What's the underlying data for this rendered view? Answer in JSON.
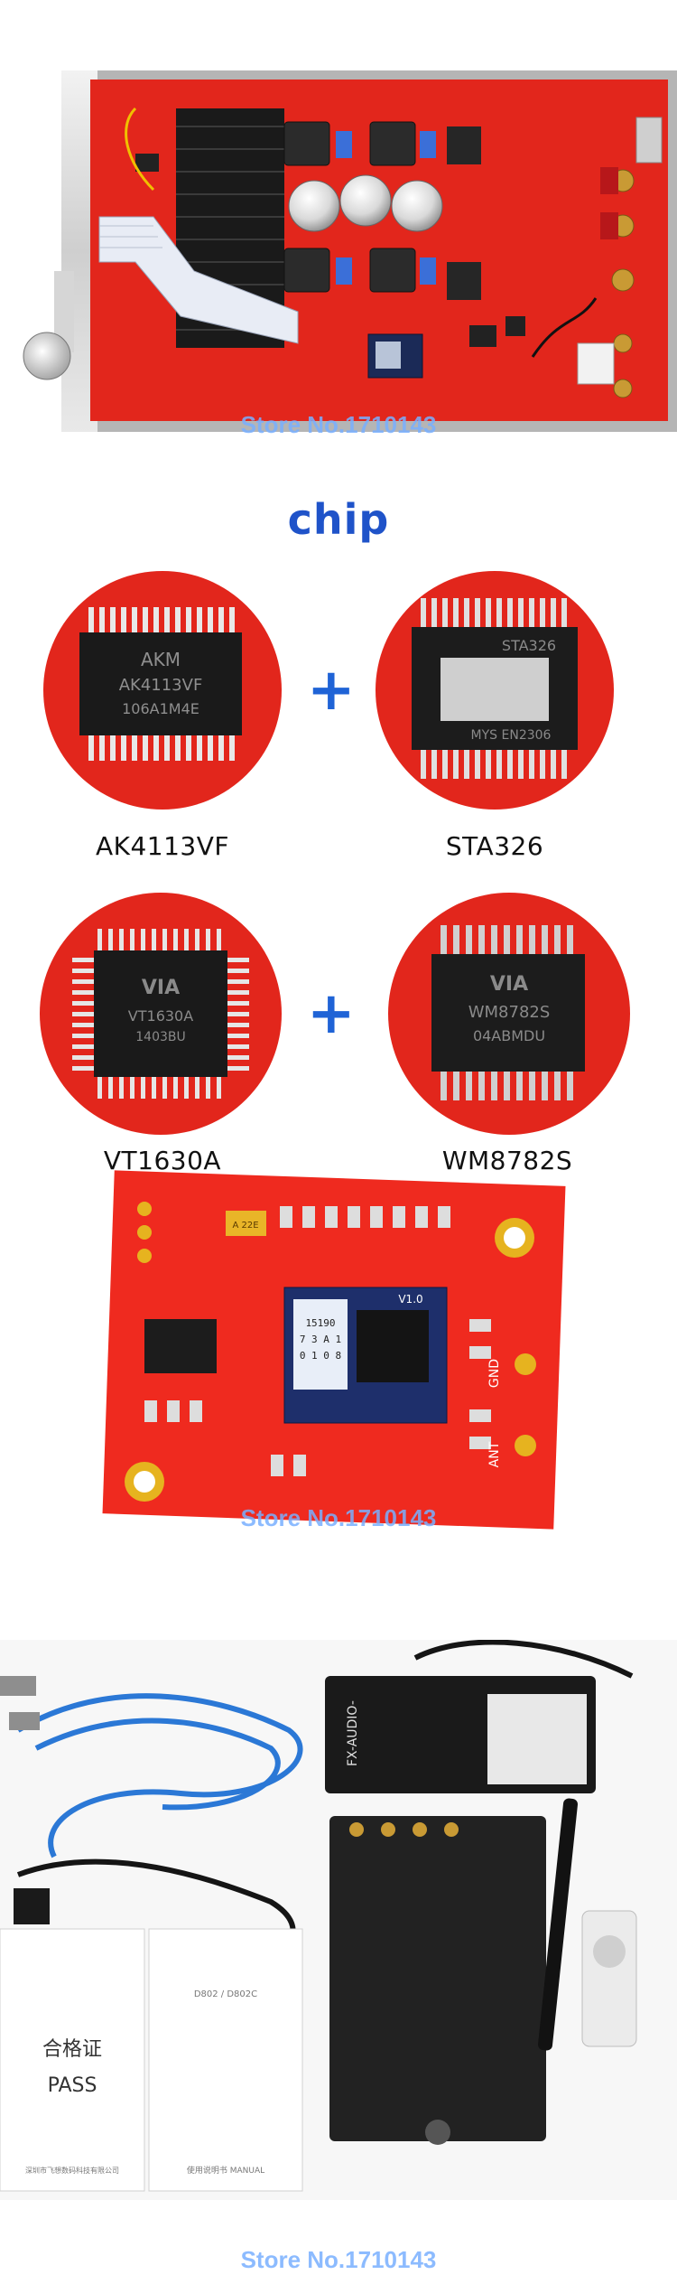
{
  "watermarks": {
    "pcb": "Store No.1710143",
    "bluetooth": "Store No.1710143",
    "footer": "Store No.1710143"
  },
  "chips": {
    "heading": "chip",
    "items": [
      {
        "name": "AK4113VF",
        "marking_1": "AKM",
        "marking_2": "AK4113VF",
        "marking_3": "106A1M4E"
      },
      {
        "name": "STA326",
        "marking_1": "STA326",
        "marking_2": "MYS EN2306",
        "marking_3": ""
      },
      {
        "name": "VT1630A",
        "marking_1": "VIA",
        "marking_2": "VT1630A",
        "marking_3": "1403BU"
      },
      {
        "name": "WM8782S",
        "marking_1": "VIA",
        "marking_2": "WM8782S",
        "marking_3": "04ABMDU"
      }
    ],
    "plus_symbol": "+"
  },
  "bluetooth_board": {
    "module_line_1": "15190",
    "module_line_2": "7 3 A 1",
    "module_line_3": "0 1 0 8",
    "module_tag": "V1.0",
    "label_gnd": "GND",
    "label_ant": "ANT",
    "cap_label": "A 22E"
  },
  "accessories": {
    "card_left_title": "合格证",
    "card_left_subtitle": "PASS",
    "card_left_footer": "深圳市飞想数码科技有限公司",
    "card_right_title": "D802 / D802C",
    "card_right_footer": "使用说明书 MANUAL",
    "adapter_brand": "FX-AUDIO-"
  },
  "colors": {
    "pcb_red": "#e2261c",
    "heading_blue": "#1f53c9",
    "plus_blue": "#1f63d6",
    "watermark": "#78afff"
  }
}
